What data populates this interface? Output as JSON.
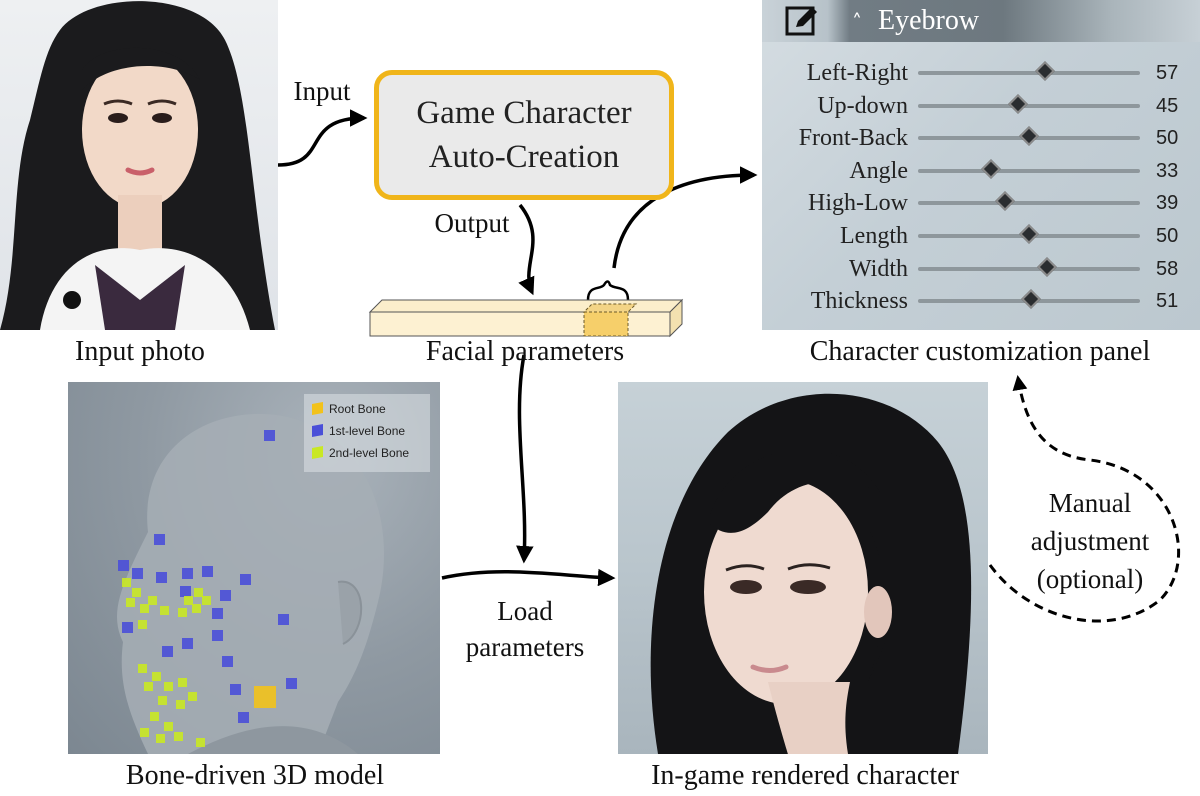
{
  "captions": {
    "input_photo": "Input photo",
    "facial_parameters": "Facial parameters",
    "panel": "Character customization panel",
    "bone_model": "Bone-driven 3D model",
    "rendered": "In-game rendered character"
  },
  "flow_labels": {
    "input": "Input",
    "output": "Output",
    "load_line1": "Load",
    "load_line2": "parameters",
    "manual_line1": "Manual",
    "manual_line2": "adjustment",
    "manual_line3": "(optional)"
  },
  "process_box": {
    "line1": "Game Character",
    "line2": "Auto-Creation",
    "border_color": "#f0b51a",
    "fill_color": "#eaeaea"
  },
  "panel": {
    "title": "Eyebrow",
    "edit_icon": "pencil-edit-icon",
    "collapse_icon": "caret-up-icon",
    "slider_min": 0,
    "slider_max": 100,
    "sliders": [
      {
        "label": "Left-Right",
        "value": 57
      },
      {
        "label": "Up-down",
        "value": 45
      },
      {
        "label": "Front-Back",
        "value": 50
      },
      {
        "label": "Angle",
        "value": 33
      },
      {
        "label": "High-Low",
        "value": 39
      },
      {
        "label": "Length",
        "value": 50
      },
      {
        "label": "Width",
        "value": 58
      },
      {
        "label": "Thickness",
        "value": 51
      }
    ]
  },
  "bone_legend": [
    {
      "label": "Root Bone",
      "color": "#f2c21b"
    },
    {
      "label": "1st-level Bone",
      "color": "#4a4fd8"
    },
    {
      "label": "2nd-level Bone",
      "color": "#c9e824"
    }
  ]
}
